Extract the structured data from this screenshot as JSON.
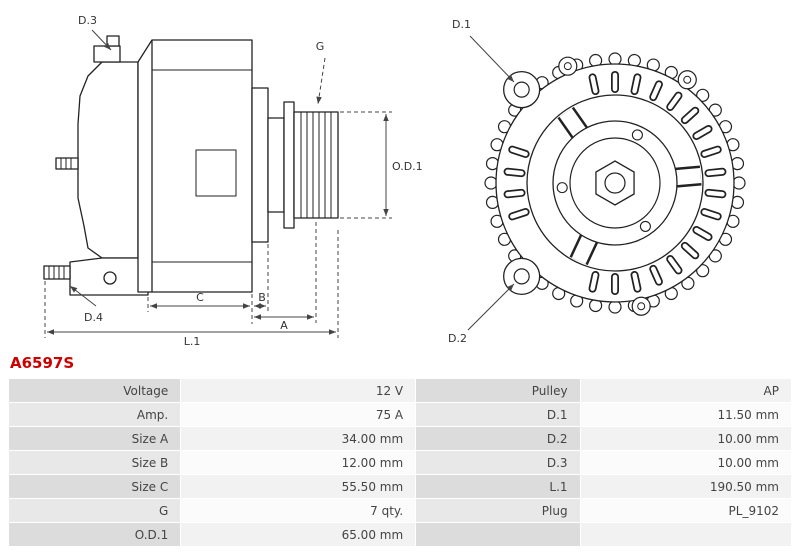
{
  "part": {
    "code": "A6597S"
  },
  "colors": {
    "part_code": "#cc0000",
    "line_art": "#222222"
  },
  "diagram": {
    "labels": {
      "d1": "D.1",
      "d2": "D.2",
      "d3": "D.3",
      "d4": "D.4",
      "g": "G",
      "od1": "O.D.1",
      "c": "C",
      "b": "B",
      "a": "A",
      "l1": "L.1"
    }
  },
  "specs": {
    "rows": [
      {
        "l1": "Voltage",
        "v1": "12 V",
        "l2": "Pulley",
        "v2": "AP"
      },
      {
        "l1": "Amp.",
        "v1": "75 A",
        "l2": "D.1",
        "v2": "11.50 mm"
      },
      {
        "l1": "Size A",
        "v1": "34.00 mm",
        "l2": "D.2",
        "v2": "10.00 mm"
      },
      {
        "l1": "Size B",
        "v1": "12.00 mm",
        "l2": "D.3",
        "v2": "10.00 mm"
      },
      {
        "l1": "Size C",
        "v1": "55.50 mm",
        "l2": "L.1",
        "v2": "190.50 mm"
      },
      {
        "l1": "G",
        "v1": "7 qty.",
        "l2": "Plug",
        "v2": "PL_9102"
      },
      {
        "l1": "O.D.1",
        "v1": "65.00 mm",
        "l2": "",
        "v2": ""
      }
    ]
  }
}
